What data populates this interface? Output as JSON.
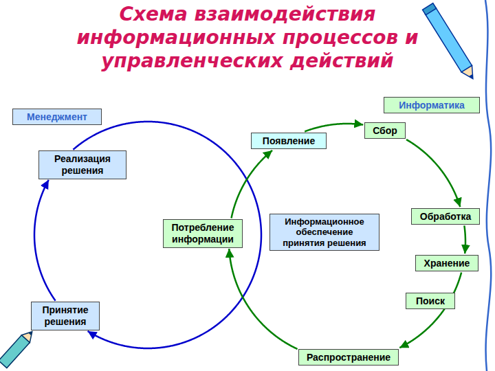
{
  "diagram": {
    "title": "Схема взаимодействия информационных процессов и управленческих действий",
    "nodes": [
      {
        "text": [
          "Менеджмент"
        ]
      },
      {
        "text": [
          "Информатика"
        ]
      },
      {
        "text": [
          "Реализация решения"
        ]
      },
      {
        "text": [
          "Появление"
        ]
      },
      {
        "text": [
          "Сбор"
        ]
      },
      {
        "text": [
          "Потребление информации"
        ]
      },
      {
        "text": [
          "Информационное обеспечение принятия решения"
        ]
      },
      {
        "text": [
          "Обработка"
        ]
      },
      {
        "text": [
          "Хранение"
        ]
      },
      {
        "text": [
          "Поиск"
        ]
      },
      {
        "text": [
          "Принятие решения"
        ]
      },
      {
        "text": [
          "Распространение"
        ]
      }
    ],
    "edges": [
      {
        "from": 2,
        "to": 10,
        "arrow": "to"
      },
      {
        "from": 10,
        "to": 2,
        "arrow": "to"
      },
      {
        "from": 3,
        "to": 4,
        "arrow": "to"
      },
      {
        "from": 4,
        "to": 7,
        "arrow": "to"
      },
      {
        "from": 7,
        "to": 8,
        "arrow": "to"
      },
      {
        "from": 8,
        "to": 9,
        "arrow": "to"
      },
      {
        "from": 9,
        "to": 11,
        "arrow": "to"
      },
      {
        "from": 11,
        "to": 5,
        "arrow": "to"
      },
      {
        "from": 5,
        "to": 3,
        "arrow": "to"
      }
    ]
  }
}
